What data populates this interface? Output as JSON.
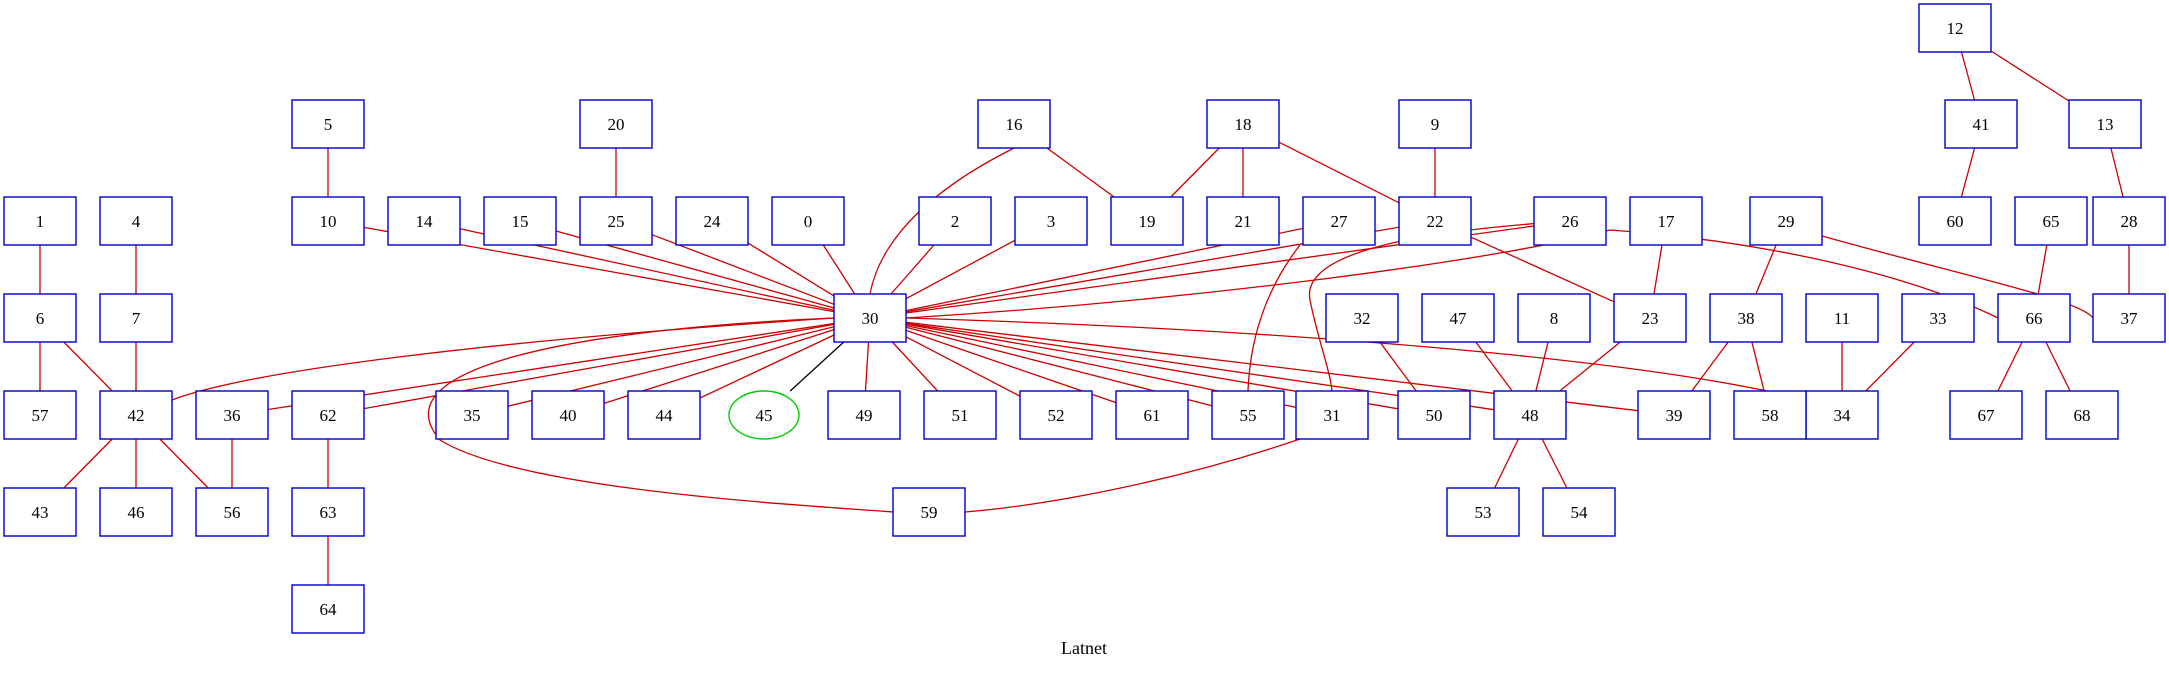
{
  "title": "Latnet",
  "colors": {
    "node_border": "#0000cc",
    "highlight_border": "#00cc00",
    "edge_default": "#cc0000",
    "edge_highlight": "#000000"
  },
  "highlight_node": "45",
  "nodes": [
    "0",
    "1",
    "2",
    "3",
    "4",
    "5",
    "6",
    "7",
    "8",
    "9",
    "10",
    "11",
    "12",
    "13",
    "14",
    "15",
    "16",
    "17",
    "18",
    "19",
    "20",
    "21",
    "22",
    "23",
    "24",
    "25",
    "26",
    "27",
    "28",
    "29",
    "30",
    "31",
    "32",
    "33",
    "34",
    "35",
    "36",
    "37",
    "38",
    "39",
    "40",
    "41",
    "42",
    "43",
    "44",
    "45",
    "46",
    "47",
    "48",
    "49",
    "50",
    "51",
    "52",
    "53",
    "54",
    "55",
    "56",
    "57",
    "58",
    "59",
    "60",
    "61",
    "62",
    "63",
    "64",
    "65",
    "66",
    "67",
    "68"
  ],
  "edges": [
    [
      "1",
      "6"
    ],
    [
      "4",
      "7"
    ],
    [
      "6",
      "57"
    ],
    [
      "6",
      "42"
    ],
    [
      "7",
      "42"
    ],
    [
      "42",
      "43"
    ],
    [
      "42",
      "46"
    ],
    [
      "42",
      "56"
    ],
    [
      "36",
      "56"
    ],
    [
      "5",
      "10"
    ],
    [
      "20",
      "25"
    ],
    [
      "62",
      "63"
    ],
    [
      "63",
      "64"
    ],
    [
      "10",
      "30"
    ],
    [
      "14",
      "30"
    ],
    [
      "15",
      "30"
    ],
    [
      "25",
      "30"
    ],
    [
      "24",
      "30"
    ],
    [
      "0",
      "30"
    ],
    [
      "2",
      "30"
    ],
    [
      "3",
      "30"
    ],
    [
      "16",
      "30"
    ],
    [
      "27",
      "30"
    ],
    [
      "22",
      "30"
    ],
    [
      "26",
      "30"
    ],
    [
      "30",
      "42"
    ],
    [
      "30",
      "36"
    ],
    [
      "30",
      "62"
    ],
    [
      "30",
      "59"
    ],
    [
      "30",
      "35"
    ],
    [
      "30",
      "40"
    ],
    [
      "30",
      "44"
    ],
    [
      "30",
      "45"
    ],
    [
      "30",
      "49"
    ],
    [
      "30",
      "51"
    ],
    [
      "30",
      "52"
    ],
    [
      "30",
      "61"
    ],
    [
      "30",
      "55"
    ],
    [
      "30",
      "31"
    ],
    [
      "30",
      "50"
    ],
    [
      "30",
      "48"
    ],
    [
      "30",
      "39"
    ],
    [
      "30",
      "34"
    ],
    [
      "30",
      "66"
    ],
    [
      "16",
      "19"
    ],
    [
      "18",
      "19"
    ],
    [
      "18",
      "21"
    ],
    [
      "18",
      "22"
    ],
    [
      "9",
      "22"
    ],
    [
      "22",
      "23"
    ],
    [
      "17",
      "23"
    ],
    [
      "23",
      "48"
    ],
    [
      "27",
      "55"
    ],
    [
      "26",
      "31"
    ],
    [
      "31",
      "59"
    ],
    [
      "32",
      "50"
    ],
    [
      "47",
      "48"
    ],
    [
      "8",
      "48"
    ],
    [
      "48",
      "53"
    ],
    [
      "48",
      "54"
    ],
    [
      "29",
      "38"
    ],
    [
      "29",
      "37"
    ],
    [
      "38",
      "39"
    ],
    [
      "38",
      "58"
    ],
    [
      "11",
      "34"
    ],
    [
      "33",
      "34"
    ],
    [
      "12",
      "41"
    ],
    [
      "12",
      "13"
    ],
    [
      "41",
      "60"
    ],
    [
      "13",
      "28"
    ],
    [
      "28",
      "37"
    ],
    [
      "65",
      "66"
    ],
    [
      "66",
      "67"
    ],
    [
      "66",
      "68"
    ]
  ]
}
